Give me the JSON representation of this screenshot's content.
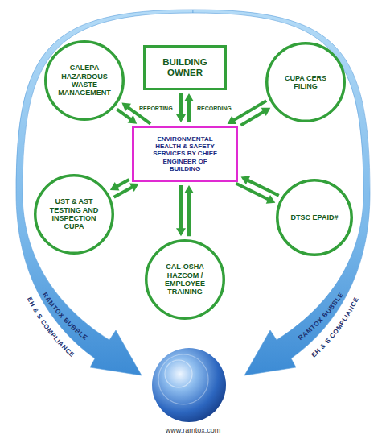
{
  "diagram": {
    "nodes": [
      {
        "text": [
          "BUILDING OWNER"
        ]
      },
      {
        "text": [
          "CALEPA HAZARDOUS WASTE MANAGEMENT"
        ]
      },
      {
        "text": [
          "CUPA CERS FILING"
        ]
      },
      {
        "text": [
          "ENVIRONMENTAL HEALTH & SAFETY SERVICES BY CHIEF ENGINEER OF BUILDING"
        ]
      },
      {
        "text": [
          "UST & AST TESTING AND INSPECTION CUPA"
        ]
      },
      {
        "text": [
          "DTSC EPAID#"
        ]
      },
      {
        "text": [
          "CAL-OSHA HAZCOM / EMPLOYEE TRAINING"
        ]
      }
    ],
    "edges": [
      {
        "from": 0,
        "to": 3,
        "label": "REPORTING",
        "arrow": "to"
      },
      {
        "from": 3,
        "to": 0,
        "label": "RECORDING",
        "arrow": "to"
      },
      {
        "from": 1,
        "to": 3,
        "arrow": "to"
      },
      {
        "from": 3,
        "to": 1,
        "arrow": "to"
      },
      {
        "from": 2,
        "to": 3,
        "arrow": "to"
      },
      {
        "from": 3,
        "to": 2,
        "arrow": "to"
      },
      {
        "from": 4,
        "to": 3,
        "arrow": "to"
      },
      {
        "from": 3,
        "to": 4,
        "arrow": "to"
      },
      {
        "from": 5,
        "to": 3,
        "arrow": "to"
      },
      {
        "from": 3,
        "to": 5,
        "arrow": "to"
      },
      {
        "from": 6,
        "to": 3,
        "arrow": "to"
      },
      {
        "from": 3,
        "to": 6,
        "arrow": "to"
      }
    ],
    "labels": [
      "RAMTOX BUBBLE",
      "EH & S COMPLIANCE",
      "RAMTOX BUBBLE",
      "EH & S COMPLIANCE",
      "www.ramtox.com"
    ]
  }
}
